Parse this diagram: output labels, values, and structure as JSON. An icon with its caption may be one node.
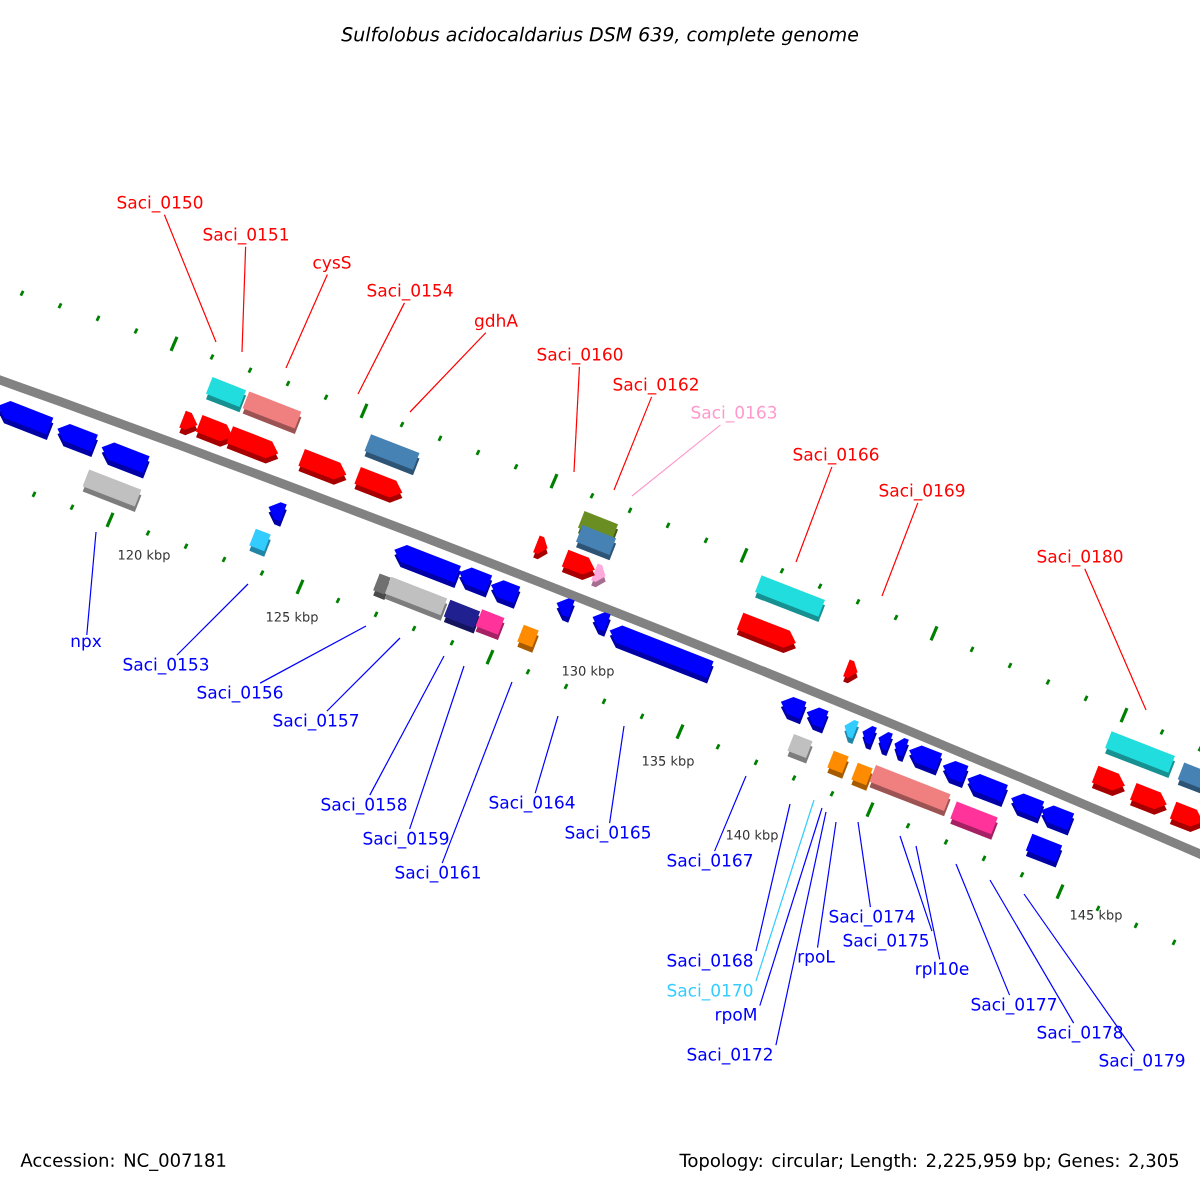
{
  "diagram": {
    "title": "*Sulfolobus acidocaldarius DSM 639, complete genome*",
    "nodes": [
      {
        "text": [
          "Saci_0150"
        ]
      },
      {
        "text": [
          "Saci_0151"
        ]
      },
      {
        "text": [
          "cysS"
        ]
      },
      {
        "text": [
          "Saci_0154"
        ]
      },
      {
        "text": [
          "gdhA"
        ]
      },
      {
        "text": [
          "Saci_0160"
        ]
      },
      {
        "text": [
          "Saci_0162"
        ]
      },
      {
        "text": [
          "Saci_0163"
        ]
      },
      {
        "text": [
          "Saci_0166"
        ]
      },
      {
        "text": [
          "Saci_0169"
        ]
      },
      {
        "text": [
          "Saci_0180"
        ]
      },
      {
        "text": [
          "npx"
        ]
      },
      {
        "text": [
          "Saci_0153"
        ]
      },
      {
        "text": [
          "Saci_0156"
        ]
      },
      {
        "text": [
          "Saci_0157"
        ]
      },
      {
        "text": [
          "Saci_0158"
        ]
      },
      {
        "text": [
          "Saci_0159"
        ]
      },
      {
        "text": [
          "Saci_0161"
        ]
      },
      {
        "text": [
          "Saci_0164"
        ]
      },
      {
        "text": [
          "Saci_0165"
        ]
      },
      {
        "text": [
          "Saci_0167"
        ]
      },
      {
        "text": [
          "Saci_0168"
        ]
      },
      {
        "text": [
          "Saci_0170"
        ]
      },
      {
        "text": [
          "rpoM"
        ]
      },
      {
        "text": [
          "Saci_0172"
        ]
      },
      {
        "text": [
          "Saci_0174"
        ]
      },
      {
        "text": [
          "rpoL"
        ]
      },
      {
        "text": [
          "Saci_0175"
        ]
      },
      {
        "text": [
          "rpl10e"
        ]
      },
      {
        "text": [
          "Saci_0177"
        ]
      },
      {
        "text": [
          "Saci_0178"
        ]
      },
      {
        "text": [
          "Saci_0179"
        ]
      }
    ],
    "edges": [
      {
        "from": 0,
        "to": null,
        "arrow": "none",
        "color": "#ff0000"
      },
      {
        "from": 1,
        "to": null,
        "arrow": "none",
        "color": "#ff0000"
      },
      {
        "from": 2,
        "to": null,
        "arrow": "none",
        "color": "#ff0000"
      },
      {
        "from": 3,
        "to": null,
        "arrow": "none",
        "color": "#ff0000"
      },
      {
        "from": 4,
        "to": null,
        "arrow": "none",
        "color": "#ff0000"
      },
      {
        "from": 5,
        "to": null,
        "arrow": "none",
        "color": "#ff0000"
      },
      {
        "from": 6,
        "to": null,
        "arrow": "none",
        "color": "#ff0000"
      },
      {
        "from": 7,
        "to": null,
        "arrow": "none",
        "color": "#ff99cc"
      },
      {
        "from": 8,
        "to": null,
        "arrow": "none",
        "color": "#ff0000"
      },
      {
        "from": 9,
        "to": null,
        "arrow": "none",
        "color": "#ff0000"
      },
      {
        "from": 10,
        "to": null,
        "arrow": "none",
        "color": "#ff0000"
      },
      {
        "from": 11,
        "to": null,
        "arrow": "none"
      },
      {
        "from": 12,
        "to": null,
        "arrow": "none"
      },
      {
        "from": 13,
        "to": null,
        "arrow": "none"
      },
      {
        "from": 14,
        "to": null,
        "arrow": "none"
      },
      {
        "from": 15,
        "to": null,
        "arrow": "none"
      },
      {
        "from": 16,
        "to": null,
        "arrow": "none"
      },
      {
        "from": 17,
        "to": null,
        "arrow": "none"
      },
      {
        "from": 18,
        "to": null,
        "arrow": "none"
      },
      {
        "from": 19,
        "to": null,
        "arrow": "none"
      },
      {
        "from": 20,
        "to": null,
        "arrow": "none"
      },
      {
        "from": 21,
        "to": null,
        "arrow": "none"
      },
      {
        "from": 22,
        "to": null,
        "arrow": "none",
        "color": "#33ccff"
      },
      {
        "from": 23,
        "to": null,
        "arrow": "none"
      },
      {
        "from": 24,
        "to": null,
        "arrow": "none"
      },
      {
        "from": 25,
        "to": null,
        "arrow": "none"
      },
      {
        "from": 26,
        "to": null,
        "arrow": "none"
      },
      {
        "from": 27,
        "to": null,
        "arrow": "none"
      },
      {
        "from": 28,
        "to": null,
        "arrow": "none"
      },
      {
        "from": 29,
        "to": null,
        "arrow": "none"
      },
      {
        "from": 30,
        "to": null,
        "arrow": "none"
      },
      {
        "from": 31,
        "to": null,
        "arrow": "none"
      }
    ],
    "labels": [
      "120 kbp",
      "125 kbp",
      "130 kbp",
      "135 kbp",
      "140 kbp",
      "145 kbp",
      "Accession: NC_007181",
      "Topology: circular; Length: 2,225,959 bp; Genes: 2,305"
    ]
  }
}
